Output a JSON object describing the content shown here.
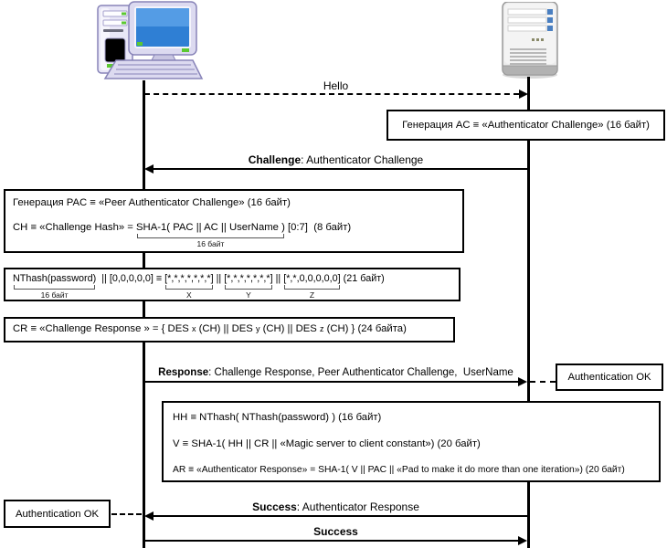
{
  "diagram_title": "MS-CHAP v2 authentication sequence",
  "actors": {
    "client": "client-computer",
    "server": "server"
  },
  "messages": {
    "hello": {
      "label": "Hello"
    },
    "challenge": {
      "bold": "Challenge",
      "rest": ": Authenticator Challenge"
    },
    "response": {
      "bold": "Response",
      "rest": ": Challenge Response, Peer Authenticator Challenge,  UserName"
    },
    "success_auth": {
      "bold": "Success",
      "rest": ": Authenticator Response"
    },
    "success_final": {
      "bold": "Success"
    }
  },
  "boxes": {
    "ac": {
      "text": "Генерация AC ≡ «Authenticator Challenge» (16 байт)"
    },
    "pac": {
      "line1": "Генерация PAC ≡ «Peer Authenticator Challenge» (16 байт)",
      "line2_prefix": "CH ≡ «Challenge Hash» = ",
      "line2_braced": "SHA-1( PAC || AC || UserName )",
      "line2_brace_label": "16 байт",
      "line2_suffix": " [0:7]  (8 байт)"
    },
    "nthash": {
      "g1_text": "NThash(password)",
      "g1_label": "16 байт",
      "sep1": "  || [0,0,0,0,0] ≡ ",
      "g2_text": "[*,*,*,*,*,*,*]",
      "g2_label": "X",
      "sep2": " || ",
      "g3_text": "[*,*,*,*,*,*,*]",
      "g3_label": "Y",
      "sep3": " || ",
      "g4_text": "[*,*,0,0,0,0,0]",
      "g4_label": "Z",
      "suffix": " (21 байт)"
    },
    "cr": {
      "p1": "CR ≡ «Challenge Response » = { DES ",
      "v1": "x",
      "p2": " (CH) || DES ",
      "v2": "y",
      "p3": " (CH) || DES ",
      "v3": "z",
      "p4": " (CH) } (24 байта)"
    },
    "server_calc": {
      "line1": "HH ≡ NThash( NThash(password) ) (16 байт)",
      "line2": "V ≡ SHA-1( HH || CR || «Magic server to client constant») (20 байт)",
      "line3": "AR ≡ «Authenticator Response» = SHA-1( V || PAC || «Pad to make it do more than one iteration») (20 байт)"
    },
    "auth_ok_server": {
      "text": "Authentication OK"
    },
    "auth_ok_client": {
      "text": "Authentication OK"
    }
  },
  "colors": {
    "line": "#000000",
    "screen_blue": "#2f7fd4",
    "icon_lavender": "#dcdaf0",
    "icon_border": "#8884b8",
    "server_body": "#ececec",
    "led_blue": "#4a7fc1",
    "accent_green": "#5bc832"
  }
}
